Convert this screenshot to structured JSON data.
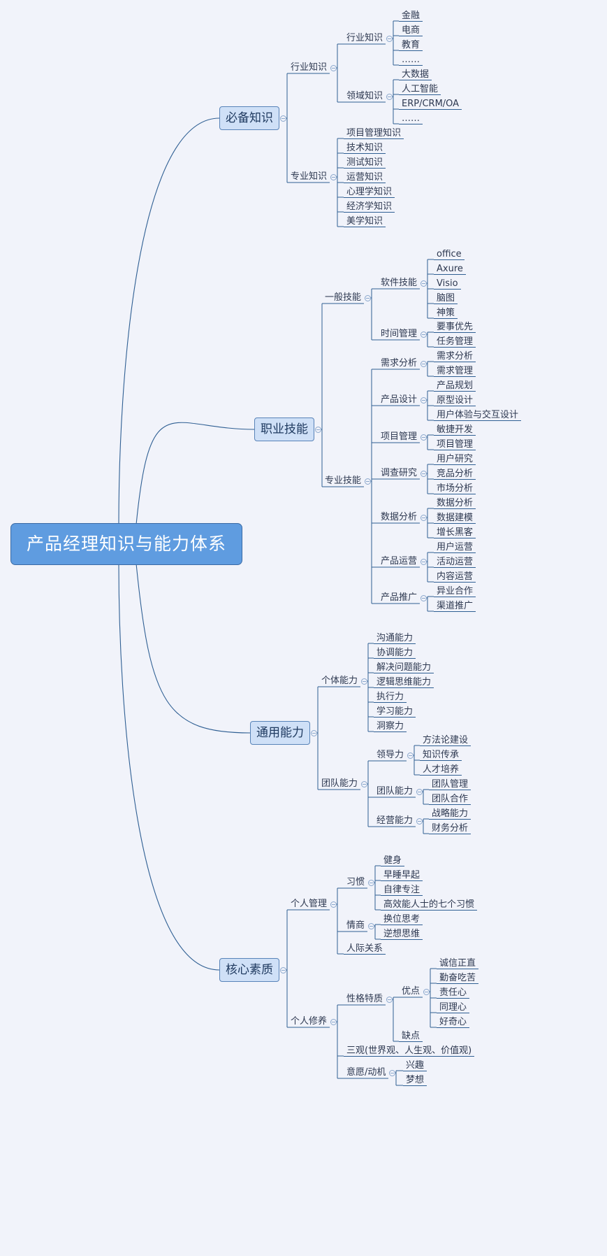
{
  "root": "产品经理知识与能力体系",
  "branches": [
    {
      "label": "必备知识",
      "children": [
        {
          "label": "行业知识",
          "children": [
            {
              "label": "行业知识",
              "children": [
                {
                  "label": "金融"
                },
                {
                  "label": "电商"
                },
                {
                  "label": "教育"
                },
                {
                  "label": "……"
                }
              ]
            },
            {
              "label": "领域知识",
              "children": [
                {
                  "label": "大数据"
                },
                {
                  "label": "人工智能"
                },
                {
                  "label": "ERP/CRM/OA"
                },
                {
                  "label": "……"
                }
              ]
            }
          ]
        },
        {
          "label": "专业知识",
          "children": [
            {
              "label": "项目管理知识"
            },
            {
              "label": "技术知识"
            },
            {
              "label": "测试知识"
            },
            {
              "label": "运营知识"
            },
            {
              "label": "心理学知识"
            },
            {
              "label": "经济学知识"
            },
            {
              "label": "美学知识"
            }
          ]
        }
      ]
    },
    {
      "label": "职业技能",
      "children": [
        {
          "label": "一般技能",
          "children": [
            {
              "label": "软件技能",
              "children": [
                {
                  "label": "office"
                },
                {
                  "label": "Axure"
                },
                {
                  "label": "Visio"
                },
                {
                  "label": "脑图"
                },
                {
                  "label": "神策"
                }
              ]
            },
            {
              "label": "时间管理",
              "children": [
                {
                  "label": "要事优先"
                },
                {
                  "label": "任务管理"
                }
              ]
            }
          ]
        },
        {
          "label": "专业技能",
          "children": [
            {
              "label": "需求分析",
              "children": [
                {
                  "label": "需求分析"
                },
                {
                  "label": "需求管理"
                }
              ]
            },
            {
              "label": "产品设计",
              "children": [
                {
                  "label": "产品规划"
                },
                {
                  "label": "原型设计"
                },
                {
                  "label": "用户体验与交互设计"
                }
              ]
            },
            {
              "label": "项目管理",
              "children": [
                {
                  "label": "敏捷开发"
                },
                {
                  "label": "项目管理"
                }
              ]
            },
            {
              "label": "调查研究",
              "children": [
                {
                  "label": "用户研究"
                },
                {
                  "label": "竞品分析"
                },
                {
                  "label": "市场分析"
                }
              ]
            },
            {
              "label": "数据分析",
              "children": [
                {
                  "label": "数据分析"
                },
                {
                  "label": "数据建模"
                },
                {
                  "label": "增长黑客"
                }
              ]
            },
            {
              "label": "产品运营",
              "children": [
                {
                  "label": "用户运营"
                },
                {
                  "label": "活动运营"
                },
                {
                  "label": "内容运营"
                }
              ]
            },
            {
              "label": "产品推广",
              "children": [
                {
                  "label": "异业合作"
                },
                {
                  "label": "渠道推广"
                }
              ]
            }
          ]
        }
      ]
    },
    {
      "label": "通用能力",
      "children": [
        {
          "label": "个体能力",
          "children": [
            {
              "label": "沟通能力"
            },
            {
              "label": "协调能力"
            },
            {
              "label": "解决问题能力"
            },
            {
              "label": "逻辑思维能力"
            },
            {
              "label": "执行力"
            },
            {
              "label": "学习能力"
            },
            {
              "label": "洞察力"
            }
          ]
        },
        {
          "label": "团队能力",
          "children": [
            {
              "label": "领导力",
              "children": [
                {
                  "label": "方法论建设"
                },
                {
                  "label": "知识传承"
                },
                {
                  "label": "人才培养"
                }
              ]
            },
            {
              "label": "团队能力",
              "children": [
                {
                  "label": "团队管理"
                },
                {
                  "label": "团队合作"
                }
              ]
            },
            {
              "label": "经营能力",
              "children": [
                {
                  "label": "战略能力"
                },
                {
                  "label": "财务分析"
                }
              ]
            }
          ]
        }
      ]
    },
    {
      "label": "核心素质",
      "children": [
        {
          "label": "个人管理",
          "children": [
            {
              "label": "习惯",
              "children": [
                {
                  "label": "健身"
                },
                {
                  "label": "早睡早起"
                },
                {
                  "label": "自律专注"
                },
                {
                  "label": "高效能人士的七个习惯"
                }
              ]
            },
            {
              "label": "情商",
              "children": [
                {
                  "label": "换位思考"
                },
                {
                  "label": "逆想思维"
                }
              ]
            },
            {
              "label": "人际关系"
            }
          ]
        },
        {
          "label": "个人修养",
          "children": [
            {
              "label": "性格特质",
              "children": [
                {
                  "label": "优点",
                  "children": [
                    {
                      "label": "诚信正直"
                    },
                    {
                      "label": "勤奋吃苦"
                    },
                    {
                      "label": "责任心"
                    },
                    {
                      "label": "同理心"
                    },
                    {
                      "label": "好奇心"
                    }
                  ]
                },
                {
                  "label": "缺点"
                }
              ]
            },
            {
              "label": "三观(世界观、人生观、价值观)"
            },
            {
              "label": "意愿/动机",
              "children": [
                {
                  "label": "兴趣"
                },
                {
                  "label": "梦想"
                }
              ]
            }
          ]
        }
      ]
    }
  ]
}
